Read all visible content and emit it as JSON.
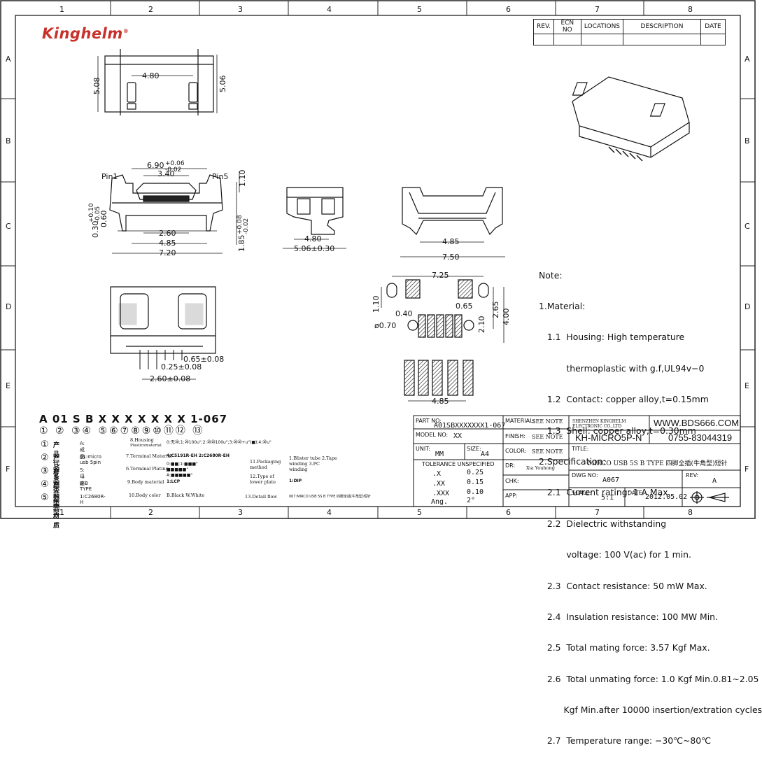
{
  "zones_top": [
    "1",
    "2",
    "3",
    "4",
    "5",
    "6",
    "7",
    "8"
  ],
  "zones_side": [
    "A",
    "B",
    "C",
    "D",
    "E",
    "F"
  ],
  "brand": {
    "name": "Kinghelm",
    "reg": "®"
  },
  "revision_table": {
    "headers": [
      "REV.",
      "ECN NO",
      "LOCATIONS",
      "DESCRIPTION",
      "DATE"
    ]
  },
  "dims": {
    "top_480": "4.80",
    "top_508": "5.08",
    "top_506": "5.06",
    "front_690": "6.90",
    "front_690_tol_hi": "+0.06",
    "front_690_tol_lo": "-0.02",
    "front_340": "3.40",
    "pin1": "Pin1",
    "pin5": "Pin5",
    "front_110": "1.10",
    "front_030": "0.30",
    "front_030_tol_hi": "+0.10",
    "front_030_tol_lo": "-0.05",
    "front_060": "0.60",
    "front_260": "2.60",
    "front_485": "4.85",
    "front_720": "7.20",
    "front_185": "1.85",
    "front_185_tol_hi": "+0.08",
    "front_185_tol_lo": "-0.02",
    "side_480": "4.80",
    "side_506": "5.06±0.30",
    "rear_485": "4.85",
    "rear_750": "7.50",
    "bot_065": "0.65±0.08",
    "bot_025": "0.25±0.08",
    "bot_260": "2.60±0.08",
    "pcb_725": "7.25",
    "pcb_110": "1.10",
    "pcb_040": "0.40",
    "pcb_065": "0.65",
    "pcb_265": "2.65",
    "pcb_400": "4.00",
    "pcb_phi070": "ø0.70",
    "pcb_210": "2.10",
    "pcb_485": "4.85"
  },
  "notes": {
    "lines": [
      "Note:",
      "1.Material:",
      "   1.1  Housing: High temperature",
      "          thermoplastic with g.f,UL94v−0",
      "   1.2  Contact: copper alloy,t=0.15mm",
      "   1.3  Shell: copper alloy,t=0.30mm",
      "2.Specification:",
      "   2.1  Current rating: 1 A Max.",
      "   2.2  Dielectric withstanding",
      "          voltage: 100 V(ac) for 1 min.",
      "   2.3  Contact resistance: 50 mW Max.",
      "   2.4  Insulation resistance: 100 MW Min.",
      "   2.5  Total mating force: 3.57 Kgf Max.",
      "   2.6  Total unmating force: 1.0 Kgf Min.0.81~2.05",
      "         Kgf Min.after 10000 insertion/extration cycles",
      "   2.7  Temperature range: −30℃~80℃"
    ]
  },
  "part_code": {
    "code": "A 01 S B X X X X X X X 1-067",
    "circles": "① ② ③④ ⑤⑥⑦⑧⑨⑩⑪⑫  ⑬",
    "rows": [
      {
        "icon": "①",
        "label": "产品代号",
        "value": "A:成品"
      },
      {
        "icon": "②",
        "label": "产品系列",
        "value": "01:micro usb 5pin"
      },
      {
        "icon": "③",
        "label": "产品类别",
        "value": "S:母座"
      },
      {
        "icon": "④",
        "label": "产品类型",
        "value": "B:B TYPE"
      },
      {
        "icon": "⑤",
        "label": "外壳材质",
        "value": "1:C2680R-H"
      }
    ],
    "col2": {
      "housing": "8.Housing",
      "housing2": "Plasticsmaterial",
      "housing_opts": "0:无⑳;1:⑳100u\";2:⑳⑳100u\";3:⑳⑳+u\"(■);4:⑳u\"",
      "terminal_material": "7.Terminal Material",
      "terminal_opts": "4:C5191R-EH   2:C2680R-EH",
      "terminal_plating": "6.Terminal Plating",
      "plating_opts1": "0:■■;1:■■■\"",
      "plating_opts2": "■■■■■\"",
      "plating_opts3": "A:■■■■■\"",
      "body_material": "9.Body material",
      "body_opts": "1:LCP",
      "body_color": "10.Body color",
      "color_opts": "B.Black   W.White",
      "packaging": "11.Packaging method",
      "packaging_opts": "1.Blister tube 2.Tape winding  3.PC winding",
      "lower_plate": "12.Type of lower plate",
      "lower_plate_opts": "1:DIP",
      "detail_flow": "13.Detail flow",
      "detail_flow_opts": "067:MIRCO USB 5S B TYPE 四脚全插(牛角型)短针"
    }
  },
  "title_block": {
    "part_no_label": "PART NO:",
    "part_no": "A01SBXXXXXXX1-067",
    "model_no_label": "MODEL NO:",
    "model_no": "XX",
    "unit_label": "UNIT:",
    "unit": "MM",
    "size_label": "SIZE:",
    "size": "A4",
    "tol_label": "TOLERANCE UNSPECIFIED",
    "tol": [
      [
        ".X",
        "0.25"
      ],
      [
        ".XX",
        "0.15"
      ],
      [
        ".XXX",
        "0.10"
      ],
      [
        "Ang.",
        "2°"
      ]
    ],
    "material_label": "MATERIAL:",
    "material": "SEE NOTE",
    "finish_label": "FINISH:",
    "finish": "SEE NOTE",
    "color_label": "COLOR:",
    "color": "SEE NOTE",
    "dr_label": "DR:",
    "dr": "Xia Youhong",
    "chk_label": "CHK:",
    "app_label": "APP:",
    "company": "SHENZHEN KINGHELM ELECTRONIC CO.,LTD",
    "website": "WWW.BDS666.COM",
    "pn_label": "KH-MICRO5P-N",
    "phone": "0755-83044319",
    "title_label": "TITLE:",
    "title": "MIRCO USB 5S B TYPE 四脚全插(牛角型)短针",
    "dwg_label": "DWG NO:",
    "dwg": "A067",
    "rev_label": "REV:",
    "rev": "A",
    "scale_label": "SCALE:",
    "scale": "5:1",
    "date_label": "DATE:",
    "date": "2012.05.02"
  }
}
